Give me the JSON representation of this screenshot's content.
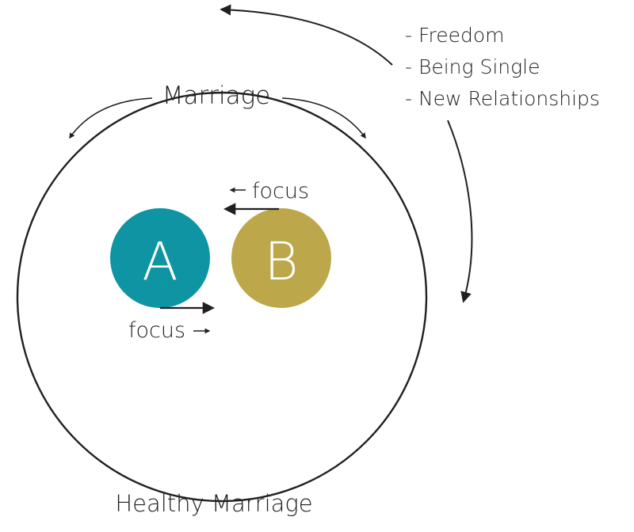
{
  "diagram": {
    "caption": "Healthy Marriage",
    "marriage_label": "Marriage",
    "external_items": [
      "- Freedom",
      "- Being Single",
      "- New Relationships"
    ],
    "partner_a": {
      "label": "A",
      "color": "#0f94a3"
    },
    "partner_b": {
      "label": "B",
      "color": "#bca84a"
    },
    "focus_a": "focus",
    "focus_b": "focus",
    "line_color": "#231f20"
  }
}
